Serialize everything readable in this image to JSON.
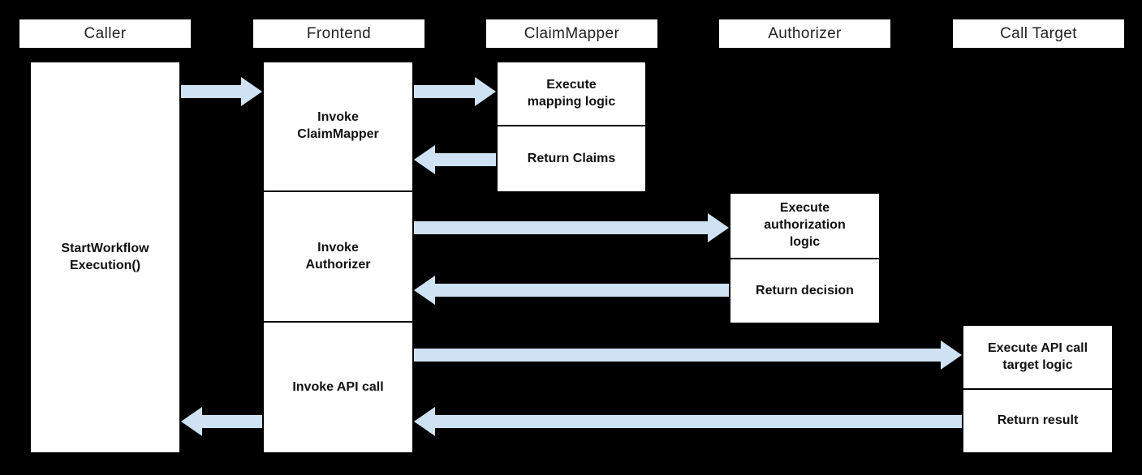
{
  "headers": {
    "caller": "Caller",
    "frontend": "Frontend",
    "claimmapper": "ClaimMapper",
    "authorizer": "Authorizer",
    "calltarget": "Call Target"
  },
  "nodes": {
    "caller_lifeline": "StartWorkflow\nExecution()",
    "frontend_invoke_claimmapper": "Invoke\nClaimMapper",
    "frontend_invoke_authorizer": "Invoke\nAuthorizer",
    "frontend_invoke_api_call": "Invoke API call",
    "claimmapper_execute": "Execute\nmapping logic",
    "claimmapper_return": "Return Claims",
    "authorizer_execute": "Execute\nauthorization\nlogic",
    "authorizer_return": "Return decision",
    "calltarget_execute": "Execute API call\ntarget logic",
    "calltarget_return": "Return result"
  },
  "arrows": [
    {
      "from": "caller",
      "to": "frontend",
      "direction": "right"
    },
    {
      "from": "frontend",
      "to": "claimmapper",
      "direction": "right"
    },
    {
      "from": "claimmapper",
      "to": "frontend",
      "direction": "left"
    },
    {
      "from": "frontend",
      "to": "authorizer",
      "direction": "right"
    },
    {
      "from": "authorizer",
      "to": "frontend",
      "direction": "left"
    },
    {
      "from": "frontend",
      "to": "calltarget",
      "direction": "right"
    },
    {
      "from": "calltarget",
      "to": "frontend",
      "direction": "left"
    },
    {
      "from": "frontend",
      "to": "caller",
      "direction": "left"
    }
  ],
  "colors": {
    "background": "#000000",
    "box_fill": "#ffffff",
    "box_border": "#000000",
    "arrow_fill": "#cfe2f3",
    "text": "#111111"
  }
}
